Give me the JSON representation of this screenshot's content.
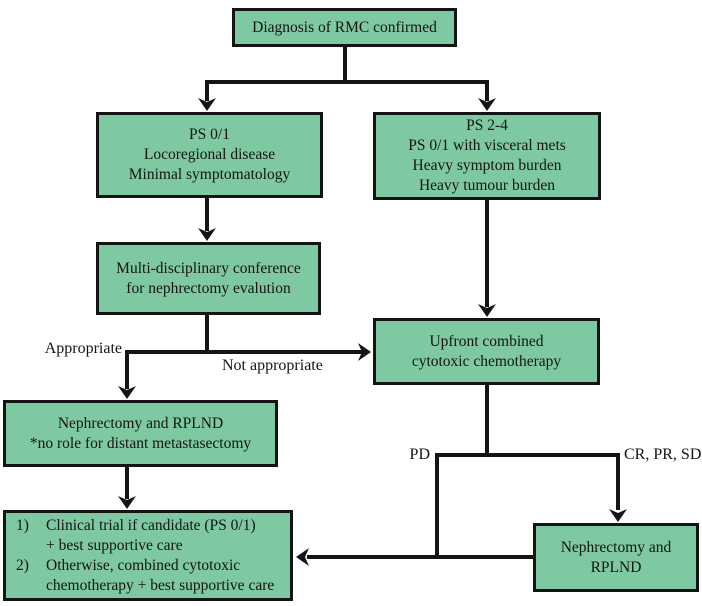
{
  "figure": {
    "background": "#ffffff",
    "node_fill": "#7ec9a2",
    "node_border": "#141414",
    "line_color": "#141414"
  },
  "nodes": {
    "diagnosis": {
      "text": "Diagnosis of RMC confirmed"
    },
    "ps01": {
      "text": "PS 0/1\nLocoregional disease\nMinimal symptomatology"
    },
    "ps24": {
      "text": "PS 2-4\nPS 0/1 with visceral mets\nHeavy symptom burden\nHeavy tumour burden"
    },
    "conference": {
      "text": "Multi-disciplinary conference\nfor nephrectomy evalution"
    },
    "chemo": {
      "text": "Upfront combined\ncytotoxic chemotherapy"
    },
    "nephrectomy_left": {
      "text": "Nephrectomy and RPLND\n*no role for distant metastasectomy"
    },
    "nephrectomy_right": {
      "text": "Nephrectomy and\nRPLND"
    },
    "outcome": {
      "items": [
        {
          "num": "1)",
          "text": "Clinical trial if candidate (PS 0/1)\n+ best supportive care"
        },
        {
          "num": "2)",
          "text": "Otherwise, combined cytotoxic\nchemotherapy + best supportive care"
        }
      ]
    }
  },
  "edge_labels": {
    "appropriate": "Appropriate",
    "not_appropriate": "Not appropriate",
    "pd": "PD",
    "response": "CR, PR, SD"
  }
}
